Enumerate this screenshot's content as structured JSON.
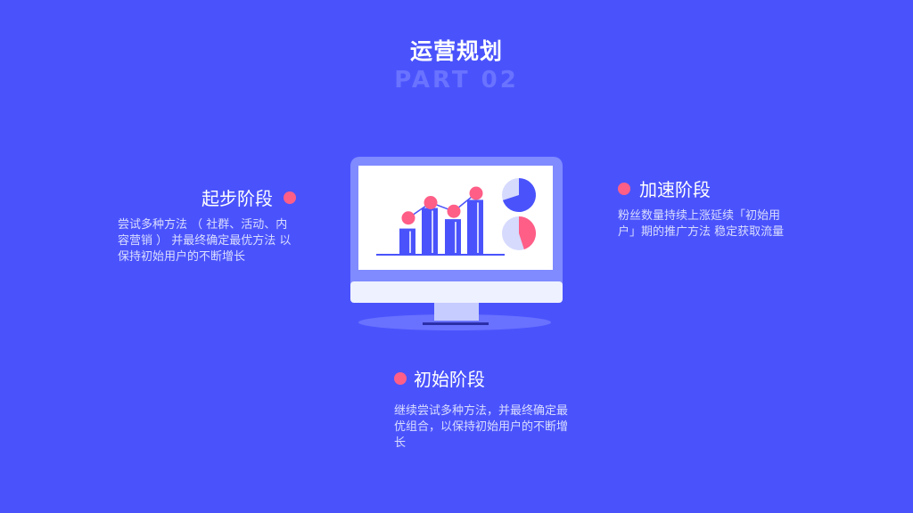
{
  "header": {
    "title": "运营规划",
    "subtitle": "PART 02"
  },
  "stages": {
    "left": {
      "title": "起步阶段",
      "description": "尝试多种方法 （ 社群、活动、内容营销 ） 并最终确定最优方法 以保持初始用户的不断增长"
    },
    "right": {
      "title": "加速阶段",
      "description": "粉丝数量持续上涨延续「初始用户」期的推广方法 稳定获取流量"
    },
    "bottom": {
      "title": "初始阶段",
      "description": "继续尝试多种方法，并最终确定最优组合，以保持初始用户的不断增长"
    }
  },
  "colors": {
    "background": "#4a53fb",
    "accent": "#ff5e87",
    "bar": "#4a53fb",
    "screen": "#ffffff",
    "monitor_frame": "#7f8bff"
  },
  "illustration": {
    "icon": "monitor-chart-icon",
    "bars": [
      0.42,
      0.75,
      0.57,
      0.88
    ],
    "points": [
      0.55,
      0.78,
      0.65,
      0.92
    ],
    "pies": [
      {
        "fraction": 0.7
      },
      {
        "fraction": 0.45
      }
    ]
  }
}
